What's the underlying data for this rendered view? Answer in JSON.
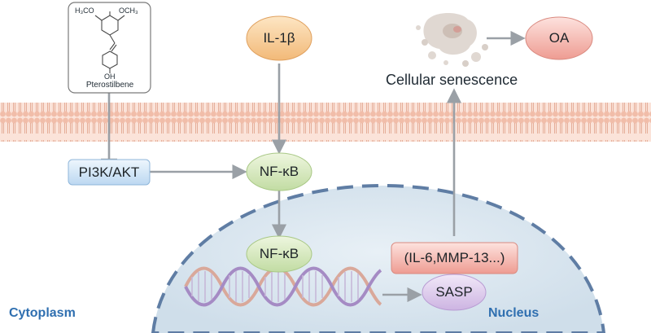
{
  "compound": {
    "name": "Pterostilbene",
    "substituent_left": "H₃CO",
    "substituent_right": "OCH₃",
    "substituent_bottom": "OH"
  },
  "nodes": {
    "il1b": "IL-1β",
    "pi3k": "PI3K/AKT",
    "nfkb_cyto": "NF-κB",
    "nfkb_nuc": "NF-κB",
    "sasp_factors": "(IL-6,MMP-13...)",
    "sasp": "SASP",
    "senescence": "Cellular senescence",
    "oa": "OA"
  },
  "regions": {
    "cytoplasm": "Cytoplasm",
    "nucleus": "Nucleus"
  },
  "colors": {
    "membrane": "#eeb2a0",
    "nucleus_fill": "#dbe7ef",
    "nucleus_border": "#5f7da4",
    "arrow": "#9aa0a6",
    "region_text": "#2f6fb0"
  }
}
